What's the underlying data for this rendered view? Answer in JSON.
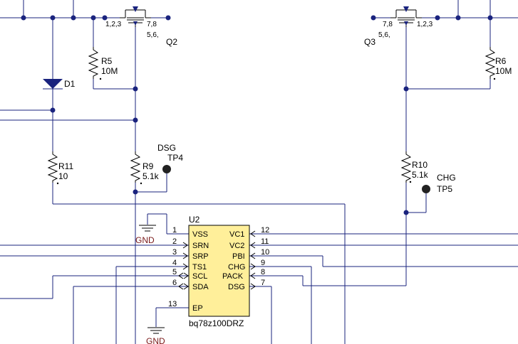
{
  "transistors": {
    "q2": {
      "ref": "Q2",
      "pins_a": "1,2,3",
      "pins_b": "7,8",
      "pins_c": "5,6,"
    },
    "q3": {
      "ref": "Q3",
      "pins_a": "7,8",
      "pins_b": "1,2,3",
      "pins_c": "5,6,"
    }
  },
  "diode": {
    "ref": "D1"
  },
  "resistors": {
    "r5": {
      "ref": "R5",
      "value": "10M"
    },
    "r6": {
      "ref": "R6",
      "value": "10M"
    },
    "r9": {
      "ref": "R9",
      "value": "5.1k"
    },
    "r10": {
      "ref": "R10",
      "value": "5.1k"
    },
    "r11": {
      "ref": "R11",
      "value": "10"
    }
  },
  "test_points": {
    "tp4": {
      "net": "DSG",
      "ref": "TP4"
    },
    "tp5": {
      "net": "CHG",
      "ref": "TP5"
    }
  },
  "ground": {
    "label": "GND"
  },
  "ic": {
    "ref": "U2",
    "part": "bq78z100DRZ",
    "left_pins": [
      {
        "num": "1",
        "name": "VSS"
      },
      {
        "num": "2",
        "name": "SRN"
      },
      {
        "num": "3",
        "name": "SRP"
      },
      {
        "num": "4",
        "name": "TS1"
      },
      {
        "num": "5",
        "name": "SCL"
      },
      {
        "num": "6",
        "name": "SDA"
      },
      {
        "num": "13",
        "name": "EP"
      }
    ],
    "right_pins": [
      {
        "num": "12",
        "name": "VC1"
      },
      {
        "num": "11",
        "name": "VC2"
      },
      {
        "num": "10",
        "name": "PBI"
      },
      {
        "num": "9",
        "name": "CHG"
      },
      {
        "num": "8",
        "name": "PACK"
      },
      {
        "num": "7",
        "name": "DSG"
      }
    ]
  },
  "colors": {
    "wire": "#1a237e",
    "ic_fill": "#ffef9a",
    "gnd_label": "#7a1a1a"
  }
}
